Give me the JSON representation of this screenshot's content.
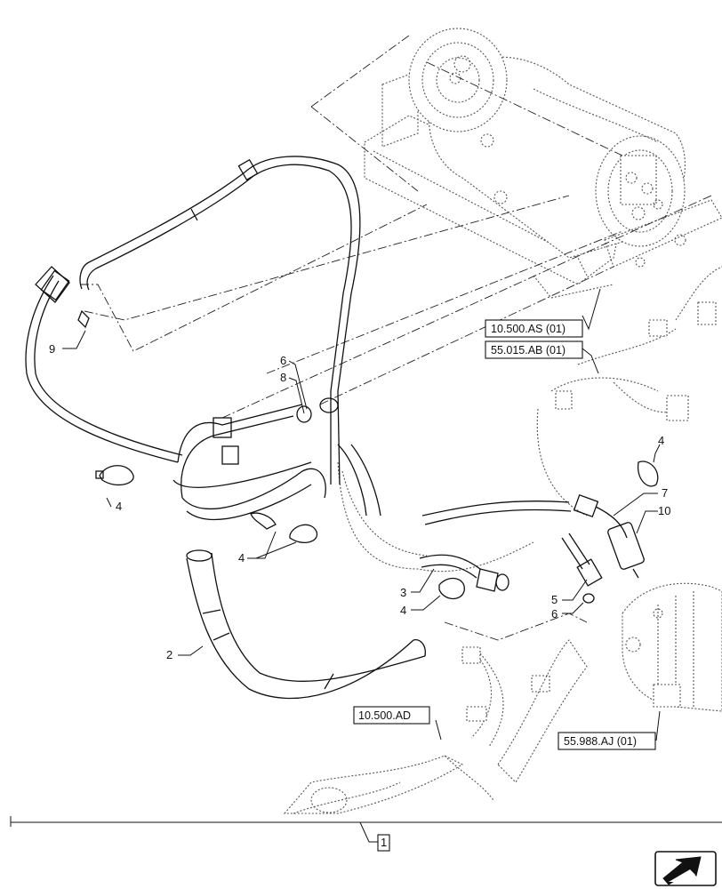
{
  "callouts": {
    "c1": "1",
    "c2": "2",
    "c3": "3",
    "c4a": "4",
    "c4b": "4",
    "c4c": "4",
    "c4d": "4",
    "c5": "5",
    "c6a": "6",
    "c6b": "6",
    "c7": "7",
    "c8": "8",
    "c9": "9",
    "c10": "10"
  },
  "references": {
    "r1": "10.500.AS (01)",
    "r2": "55.015.AB (01)",
    "r3": "10.500.AD",
    "r4": "55.988.AJ (01)"
  },
  "icons": {
    "nav": "next-page-arrow-icon"
  }
}
